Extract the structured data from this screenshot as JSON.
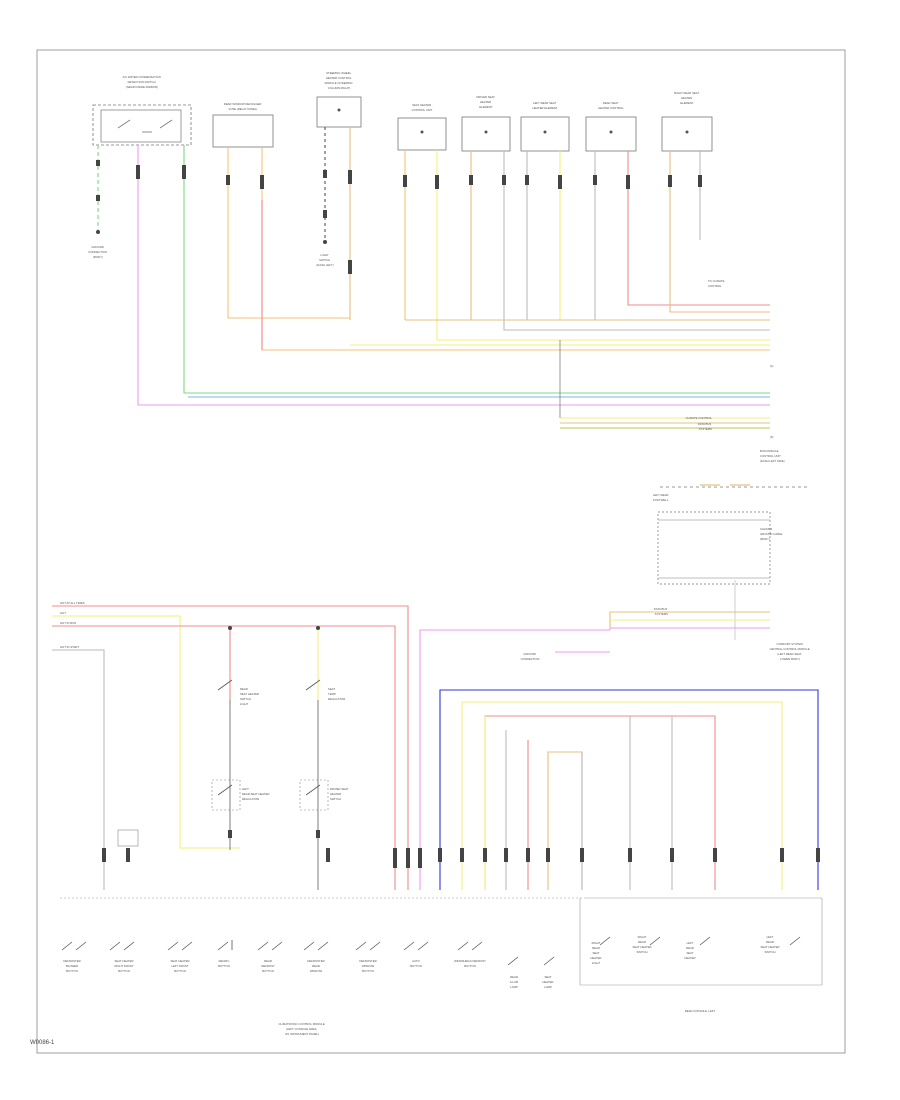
{
  "footer": {
    "code": "W0086-1"
  },
  "top_components": [
    {
      "lines": [
        "A/C WATER CONDENSATION",
        "DETECTION SWITCH",
        "(NEAR INSIDE MIRROR)"
      ]
    },
    {
      "lines": [
        "REAR WINDOW DEFOGGER",
        "FUSE (RELAY PANEL)"
      ]
    },
    {
      "lines": [
        "STEERING WHEEL",
        "HEATER CONTROL",
        "MODULE (STEERING",
        "COLUMN RIGHT)"
      ]
    },
    {
      "lines": [
        "SEAT HEATER",
        "CONTROL UNIT"
      ]
    },
    {
      "lines": [
        "DRIVER SEAT",
        "HEATER",
        "ELEMENT"
      ]
    },
    {
      "lines": [
        "LEFT REAR SEAT",
        "HEATER ELEMENT"
      ]
    },
    {
      "lines": [
        "REAR SEAT",
        "HEATER CONTROL"
      ]
    },
    {
      "lines": [
        "RIGHT REAR SEAT",
        "HEATER",
        "ELEMENT"
      ]
    }
  ],
  "top_notes": {
    "ground": [
      "GROUND",
      "CONNECTION",
      "(BODY)"
    ],
    "light_switch": [
      "LIGHT",
      "SWITCH",
      "(DASH LEFT)"
    ],
    "dim": [
      "TO CLIMATE",
      "CONTROL"
    ],
    "ref_a": "(4)",
    "ref_b": "(5)"
  },
  "right_labels": {
    "row_a": "CLIMATE CONTROL",
    "row_b": [
      "DATA BUS",
      "SYSTEMS"
    ],
    "bus_box": [
      "BUS MODULE",
      "CONTROL UNIT",
      "(DASH LEFT SIDE)"
    ],
    "rear_box": [
      "LEFT REAR",
      "FOOTWELL"
    ],
    "upper_side": [
      "CHASSIS",
      "GROUND CABLE",
      "(BODY)"
    ],
    "lower_box": [
      "DATA BUS",
      "SYSTEMS"
    ],
    "lower_caption": [
      "COMFORT SYSTEM",
      "CENTRAL CONTROL MODULE",
      "(LEFT REAR SEAT,",
      "LOWER BODY)"
    ],
    "ground_mid": [
      "GROUND",
      "CONNECTION"
    ]
  },
  "left_feeds": [
    "HOT AT ALL TIMES",
    "HOT",
    "HOT IN RUN",
    "HOT IN START"
  ],
  "middle_switches": [
    {
      "lines": [
        "REAR",
        "SEAT HEATER",
        "SWITCH",
        "LIGHT"
      ]
    },
    {
      "lines": [
        "SEAT",
        "TEMP",
        "REGULATOR"
      ]
    },
    {
      "lines": [
        "LEFT",
        "REAR SEAT HEATER",
        "REGULATOR"
      ]
    },
    {
      "lines": [
        "DRIVER SEAT",
        "HEATER",
        "SWITCH"
      ]
    }
  ],
  "bottom_controls": [
    {
      "lines": [
        "DEFROSTER",
        "BLOWER",
        "BUTTON"
      ]
    },
    {
      "lines": [
        "SEAT HEATER",
        "RIGHT FRONT",
        "BUTTON"
      ]
    },
    {
      "lines": [
        "SEAT HEATER",
        "LEFT FRONT",
        "BUTTON"
      ]
    },
    {
      "lines": [
        "RECIRC",
        "BUTTON"
      ]
    },
    {
      "lines": [
        "REAR",
        "DEFROST",
        "BUTTON"
      ]
    },
    {
      "lines": [
        "DEFROSTER",
        "REAR",
        "WINDOW"
      ]
    },
    {
      "lines": [
        "DEFROSTER",
        "WINDOW",
        "BUTTON"
      ]
    },
    {
      "lines": [
        "AUTO",
        "BUTTON"
      ]
    },
    {
      "lines": [
        "WINDSHIELD DEFROST",
        "BUTTON"
      ]
    },
    {
      "lines": [
        "REAR",
        "ILLUM",
        "LAMP"
      ]
    },
    {
      "lines": [
        "SEAT",
        "HEATER",
        "LAMP"
      ]
    }
  ],
  "bottom_right_controls": [
    {
      "lines": [
        "RIGHT",
        "REAR",
        "SEAT",
        "HEATER",
        "LIGHT"
      ]
    },
    {
      "lines": [
        "RIGHT",
        "REAR",
        "SEAT HEATER",
        "SWITCH"
      ]
    },
    {
      "lines": [
        "LEFT",
        "REAR",
        "SEAT",
        "HEATER"
      ]
    },
    {
      "lines": [
        "LEFT",
        "REAR",
        "SEAT HEATER",
        "SWITCH"
      ]
    }
  ],
  "bottom_captions": {
    "climatronic": [
      "CLIMATRONIC CONTROL MODULE",
      "(LEFT CONSOLE AREA,",
      "ON INSTRUMENT PANEL)"
    ],
    "rear_switch": "REAR CONSOLE, LEFT"
  },
  "colors": {
    "frame": "#888888",
    "pink": "#f09af0",
    "blue": "#3535d8",
    "light_blue": "#7bb8e8",
    "green": "#7ed87e",
    "yellow": "#f3f07a",
    "orange": "#f7c27a",
    "red": "#f08c8c",
    "tan": "#e6c07f",
    "gray_wire": "#bbbbbb"
  }
}
